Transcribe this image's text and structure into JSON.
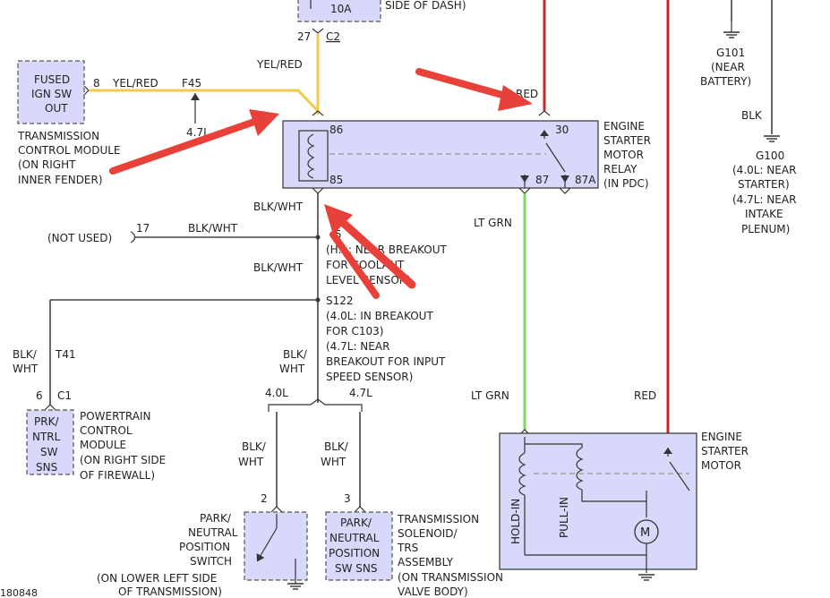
{
  "labels": {
    "fuse_amp": "10A",
    "fuse_note": "SIDE OF DASH)",
    "c2_pin": "27",
    "c2_name": "C2",
    "wire_yel_red_v": "YEL/RED",
    "fused_ign_1": "FUSED",
    "fused_ign_2": "IGN SW",
    "fused_ign_3": "OUT",
    "pin_8": "8",
    "wire_yel_red_h": "YEL/RED",
    "f45": "F45",
    "val_47l_top": "4.7L",
    "tcm_1": "TRANSMISSION",
    "tcm_2": "CONTROL MODULE",
    "tcm_3": "(ON RIGHT",
    "tcm_4": "INNER FENDER)",
    "relay_pin_86": "86",
    "relay_pin_85": "85",
    "relay_pin_30": "30",
    "relay_pin_87": "87",
    "relay_pin_87a": "87A",
    "relay_1": "ENGINE",
    "relay_2": "STARTER",
    "relay_3": "MOTOR",
    "relay_4": "RELAY",
    "relay_5": "(IN PDC)",
    "wire_red_top": "RED",
    "g101_1": "G101",
    "g101_2": "(NEAR",
    "g101_3": "BATTERY)",
    "wire_blk": "BLK",
    "g100_1": "G100",
    "g100_2": "(4.0L: NEAR",
    "g100_3": "STARTER)",
    "g100_4": "(4.7L: NEAR",
    "g100_5": "INTAKE",
    "g100_6": "PLENUM)",
    "wire_blk_wht_1": "BLK/WHT",
    "pin_17": "17",
    "wire_blk_wht_h": "BLK/WHT",
    "not_used": "(NOT USED)",
    "s_a_1": "5",
    "s_a_2": "(H...: NEAR BREAKOUT",
    "s_a_3": "FOR COOLANT",
    "s_a_4": "LEVEL SENSOR)",
    "wire_blk_wht_2": "BLK/WHT",
    "s122_1": "S122",
    "s122_2": "(4.0L: IN BREAKOUT",
    "s122_3": "FOR C103)",
    "s122_4": "(4.7L: NEAR",
    "s122_5": "BREAKOUT FOR INPUT",
    "s122_6": "SPEED SENSOR)",
    "wire_blk_wht_l1": "BLK/",
    "wire_blk_wht_l2": "WHT",
    "t41": "T41",
    "wire_blk_wht_m1": "BLK/",
    "wire_blk_wht_m2": "WHT",
    "val_40l": "4.0L",
    "val_47l": "4.7L",
    "wire_lt_grn_1": "LT GRN",
    "wire_lt_grn_2": "LT GRN",
    "pin_6": "6",
    "c1": "C1",
    "prk_1": "PRK/",
    "prk_2": "NTRL",
    "prk_3": "SW",
    "prk_4": "SNS",
    "pcm_1": "POWERTRAIN",
    "pcm_2": "CONTROL",
    "pcm_3": "MODULE",
    "pcm_4": "(ON RIGHT SIDE",
    "pcm_5": "OF FIREWALL)",
    "wire_blk_wht_b1a": "BLK/",
    "wire_blk_wht_b1b": "WHT",
    "wire_blk_wht_b2a": "BLK/",
    "wire_blk_wht_b2b": "WHT",
    "pin_2": "2",
    "pin_3": "3",
    "pnps_1": "PARK/",
    "pnps_2": "NEUTRAL",
    "pnps_3": "POSITION",
    "pnps_4": "SWITCH",
    "pnps_5": "(ON LOWER LEFT SIDE",
    "pnps_6": "OF TRANSMISSION)",
    "pnss_1": "PARK/",
    "pnss_2": "NEUTRAL",
    "pnss_3": "POSITION",
    "pnss_4": "SW SNS",
    "trs_1": "TRANSMISSION",
    "trs_2": "SOLENOID/",
    "trs_3": "TRS",
    "trs_4": "ASSEMBLY",
    "trs_5": "(ON TRANSMISSION",
    "trs_6": "VALVE BODY)",
    "wire_red_bottom": "RED",
    "starter_1": "ENGINE",
    "starter_2": "STARTER",
    "starter_3": "MOTOR",
    "hold_in": "HOLD-IN",
    "pull_in": "PULL-IN",
    "motor_m": "M",
    "fig_id": "180848"
  },
  "colors": {
    "background": "#ffffff",
    "component_fill": "#d8d8fa",
    "wire_yellow": "#f2c94c",
    "wire_red": "#c62828",
    "wire_green": "#7ed957",
    "wire_default": "#444444",
    "annotation_arrow": "#e8413a"
  }
}
